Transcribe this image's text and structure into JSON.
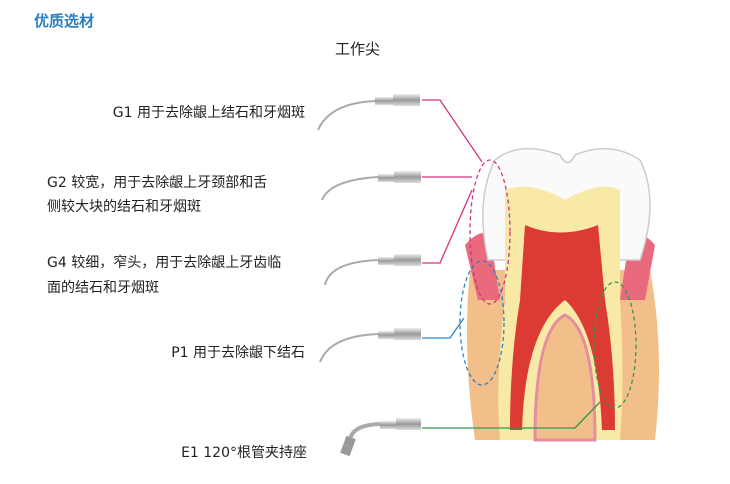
{
  "heading": "优质选材",
  "subtitle": "工作尖",
  "tips": [
    {
      "code": "G1",
      "label": "G1 用于去除龈上结石和牙烟斑"
    },
    {
      "code": "G2",
      "line1": "G2 较宽，用于去除龈上牙颈部和舌",
      "line2": "侧较大块的结石和牙烟斑"
    },
    {
      "code": "G4",
      "line1": "G4 较细，窄头，用于去除龈上牙齿临",
      "line2": "面的结石和牙烟斑"
    },
    {
      "code": "P1",
      "label": "P1 用于去除龈下结石"
    },
    {
      "code": "E1",
      "label": "E1 120°根管夹持座"
    }
  ],
  "colors": {
    "heading": "#2a7fc0",
    "g_lines": "#d6317f",
    "p_line": "#2a86c8",
    "e_line": "#2e9a4f"
  }
}
